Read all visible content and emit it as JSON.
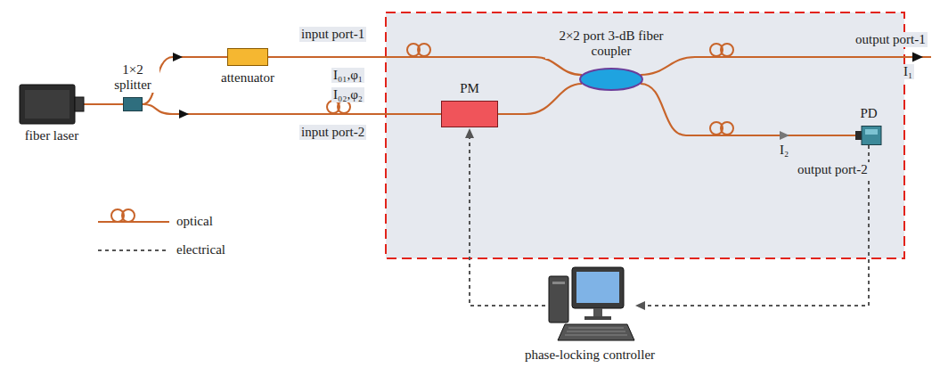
{
  "diagram": {
    "nodes": [
      {
        "text": [
          "fiber laser"
        ]
      },
      {
        "text": [
          "1×2 splitter"
        ]
      },
      {
        "text": [
          "attenuator"
        ]
      },
      {
        "text": [
          "PM"
        ]
      },
      {
        "text": [
          "2×2 port 3-dB fiber coupler"
        ]
      },
      {
        "text": [
          "PD"
        ]
      },
      {
        "text": [
          "phase-locking controller"
        ]
      }
    ],
    "edges": [
      {
        "from": 0,
        "to": 1,
        "arrow": "none"
      },
      {
        "from": 1,
        "to": 2,
        "arrow": "to"
      },
      {
        "from": 1,
        "to": 3,
        "arrow": "to"
      },
      {
        "from": 2,
        "to": 4,
        "arrow": "none"
      },
      {
        "from": 3,
        "to": 4,
        "arrow": "none"
      },
      {
        "from": 4,
        "to": 5,
        "arrow": "to"
      },
      {
        "from": 5,
        "to": 6,
        "arrow": "to"
      },
      {
        "from": 6,
        "to": 3,
        "arrow": "to"
      }
    ],
    "labels": [
      "input port-1",
      "I₀₁,φ₁",
      "I₀₂,φ₂",
      "input port-2",
      "output port-1",
      "I₁",
      "I₂",
      "output port-2"
    ],
    "legend": [
      {
        "text": "optical"
      },
      {
        "text": "electrical"
      }
    ]
  }
}
